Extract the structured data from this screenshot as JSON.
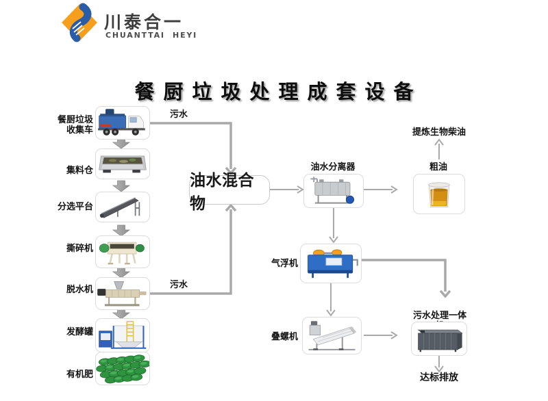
{
  "logo": {
    "company_cn": "川泰合一",
    "company_en": "CHUANTTAI  HEYI"
  },
  "title": "餐厨垃圾处理成套设备",
  "left_column": {
    "items": [
      {
        "id": "collection-truck",
        "label": "餐厨垃圾\n收集车"
      },
      {
        "id": "collection-bin",
        "label": "集料仓"
      },
      {
        "id": "sorting-platform",
        "label": "分选平台"
      },
      {
        "id": "shredder",
        "label": "撕碎机"
      },
      {
        "id": "dewatering-machine",
        "label": "脱水机"
      },
      {
        "id": "fermentation-tank",
        "label": "发酵罐"
      },
      {
        "id": "organic-fertilizer",
        "label": "有机肥"
      }
    ]
  },
  "middle": {
    "sewage_label_top": "污水",
    "sewage_label_bottom": "污水",
    "mixture_label": "油水混合物",
    "separator_label": "油水分离器",
    "flotation_label": "气浮机",
    "screw_press_label": "叠螺机"
  },
  "right": {
    "biodiesel_label": "提炼生物柴油",
    "crude_oil_label": "粗油",
    "integrated_label": "污水处理一体机",
    "discharge_label": "达标排放"
  },
  "colors": {
    "logo_orange": "#f59f1d",
    "logo_blue": "#2b5ca8",
    "arrow_gray": "#a9a9a9",
    "oil_amber": "#d28f12",
    "machine_blue": "#2e6ec6",
    "bag_green": "#2f9440",
    "tank_blue": "#2f62b8"
  }
}
